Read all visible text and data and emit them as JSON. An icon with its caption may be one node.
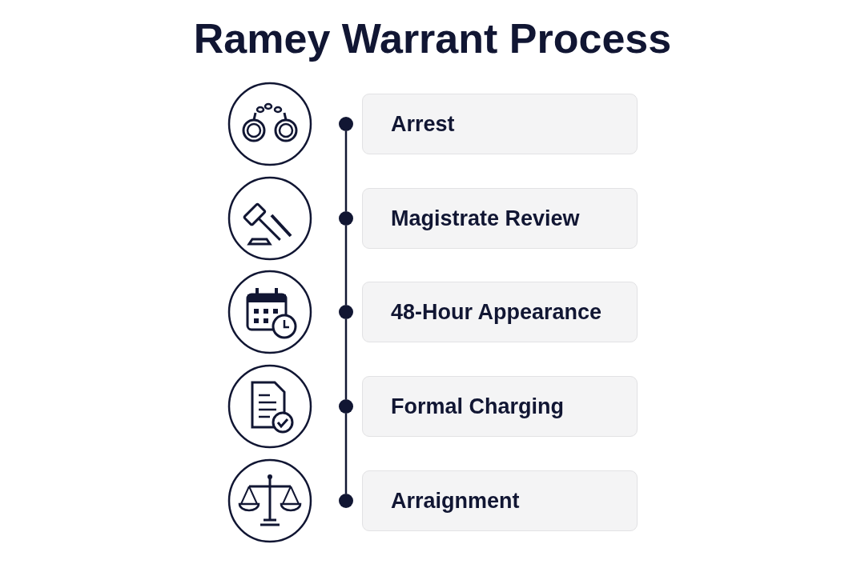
{
  "diagram": {
    "title": "Ramey Warrant Process",
    "nodes": [
      {
        "text": [
          "Arrest"
        ]
      },
      {
        "text": [
          "Magistrate Review"
        ]
      },
      {
        "text": [
          "48-Hour Appearance"
        ]
      },
      {
        "text": [
          "Formal Charging"
        ]
      },
      {
        "text": [
          "Arraignment"
        ]
      },
      {
        "text": [],
        "shape": "circle"
      },
      {
        "text": [],
        "shape": "circle"
      },
      {
        "text": [],
        "shape": "circle"
      },
      {
        "text": [],
        "shape": "circle"
      },
      {
        "text": [],
        "shape": "circle"
      }
    ],
    "edges": [
      {
        "from": 5,
        "to": 6,
        "arrow": "none"
      },
      {
        "from": 6,
        "to": 7,
        "arrow": "none"
      },
      {
        "from": 7,
        "to": 8,
        "arrow": "none"
      },
      {
        "from": 8,
        "to": 9,
        "arrow": "none"
      }
    ]
  }
}
